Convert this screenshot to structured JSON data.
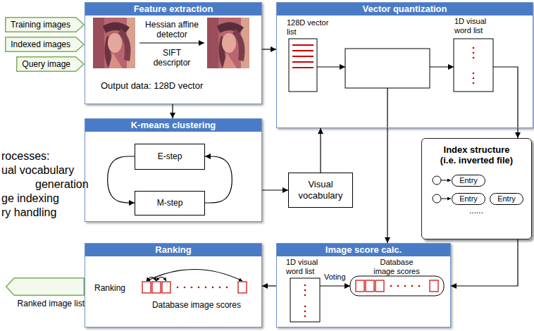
{
  "diagram": {
    "nodes": [
      {
        "text": [
          "Training images"
        ]
      },
      {
        "text": [
          "Indexed images"
        ]
      },
      {
        "text": [
          "Query image"
        ]
      },
      {
        "text": [
          "Feature extraction",
          "Hessian affine detector",
          "SIFT descriptor",
          "Output data: 128D vector"
        ]
      },
      {
        "text": [
          "Vector quantization",
          "128D vector list",
          "1D visual word list"
        ]
      },
      {
        "text": [
          "K-means clustering"
        ]
      },
      {
        "text": [
          "E-step"
        ],
        "in": 5
      },
      {
        "text": [
          "M-step"
        ],
        "in": 5
      },
      {
        "text": [
          "Visual vocabulary"
        ]
      },
      {
        "text": [
          "Index structure (i.e. inverted file)"
        ]
      },
      {
        "text": [
          "Entry"
        ],
        "in": 9
      },
      {
        "text": [
          "Entry"
        ],
        "in": 9
      },
      {
        "text": [
          "Entry"
        ],
        "in": 9
      },
      {
        "text": [
          "Ranking",
          "Ranking",
          "Database image scores"
        ]
      },
      {
        "text": [
          "Image score calc.",
          "1D visual word list",
          "Voting",
          "Database image scores"
        ]
      },
      {
        "text": [
          "Ranked image list"
        ]
      }
    ],
    "edges": [
      {
        "from": 3,
        "to": 4,
        "arrow": "to"
      },
      {
        "from": 3,
        "to": 5,
        "arrow": "to"
      },
      {
        "from": 6,
        "to": 7,
        "arrow": "to"
      },
      {
        "from": 7,
        "to": 6,
        "arrow": "to"
      },
      {
        "from": 5,
        "to": 8,
        "arrow": "to"
      },
      {
        "from": 8,
        "to": 4,
        "arrow": "to"
      },
      {
        "from": 4,
        "to": 9,
        "arrow": "to"
      },
      {
        "from": 4,
        "to": 14,
        "arrow": "to"
      },
      {
        "from": 9,
        "to": 14,
        "arrow": "to"
      },
      {
        "from": 14,
        "to": 13,
        "arrow": "to"
      }
    ],
    "labels": [
      "rocesses:",
      "ual vocabulary generation",
      "ge indexing",
      "ry handling",
      "......"
    ]
  }
}
